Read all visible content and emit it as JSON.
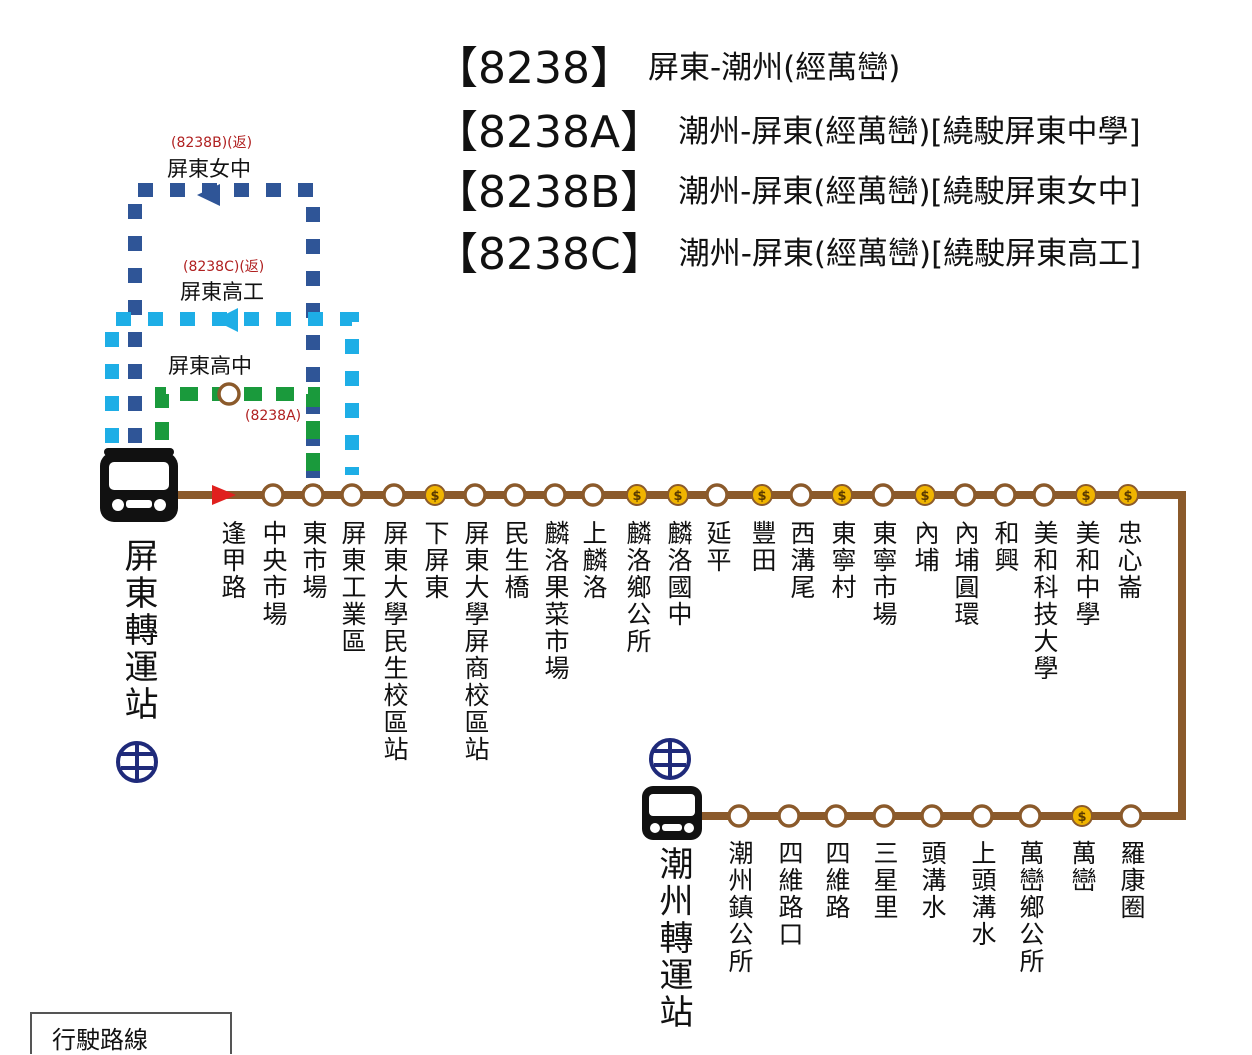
{
  "titles": [
    {
      "code": "【8238】",
      "desc": "屏東-潮州(經萬巒)"
    },
    {
      "code": "【8238A】",
      "desc": "潮州-屏東(經萬巒)[繞駛屏東中學]"
    },
    {
      "code": "【8238B】",
      "desc": "潮州-屏東(經萬巒)[繞駛屏東女中]"
    },
    {
      "code": "【8238C】",
      "desc": "潮州-屏東(經萬巒)[繞駛屏東高工]"
    }
  ],
  "terminals": {
    "start": "屏東轉運站",
    "end": "潮州轉運站"
  },
  "branches": {
    "b": {
      "code": "(8238B)(返)",
      "stop": "屏東女中"
    },
    "c": {
      "code": "(8238C)(返)",
      "stop": "屏東高工"
    },
    "a": {
      "code": "(8238A)",
      "stop": "屏東高中"
    }
  },
  "top_stops": [
    {
      "name": "逢甲路",
      "fare": false
    },
    {
      "name": "中央市場",
      "fare": false
    },
    {
      "name": "東市場",
      "fare": false
    },
    {
      "name": "屏東工業區",
      "fare": false
    },
    {
      "name": "屏東大學民生校區站",
      "fare": false
    },
    {
      "name": "下屏東",
      "fare": true
    },
    {
      "name": "屏東大學屏商校區站",
      "fare": false
    },
    {
      "name": "民生橋",
      "fare": false
    },
    {
      "name": "麟洛果菜市場",
      "fare": false
    },
    {
      "name": "上麟洛",
      "fare": false
    },
    {
      "name": "麟洛鄉公所",
      "fare": true
    },
    {
      "name": "麟洛國中",
      "fare": true
    },
    {
      "name": "延平",
      "fare": false
    },
    {
      "name": "豐田",
      "fare": true
    },
    {
      "name": "西溝尾",
      "fare": false
    },
    {
      "name": "東寧村",
      "fare": true
    },
    {
      "name": "東寧市場",
      "fare": false
    },
    {
      "name": "內埔",
      "fare": true
    },
    {
      "name": "內埔圓環",
      "fare": false
    },
    {
      "name": "和興",
      "fare": false
    },
    {
      "name": "美和科技大學",
      "fare": false
    },
    {
      "name": "美和中學",
      "fare": true
    },
    {
      "name": "忠心崙",
      "fare": true
    }
  ],
  "bottom_stops": [
    {
      "name": "潮州鎮公所",
      "fare": false
    },
    {
      "name": "四維路口",
      "fare": false
    },
    {
      "name": "四維路",
      "fare": false
    },
    {
      "name": "三星里",
      "fare": false
    },
    {
      "name": "頭溝水",
      "fare": false
    },
    {
      "name": "上頭溝水",
      "fare": false
    },
    {
      "name": "萬巒鄉公所",
      "fare": false
    },
    {
      "name": "萬巒",
      "fare": true
    },
    {
      "name": "羅康圈",
      "fare": false
    }
  ],
  "fare_symbol": "$",
  "rail_symbol": "台",
  "legend": {
    "label": "行駛路線"
  },
  "colors": {
    "route": "#8b5a2b",
    "branch_b": "#2f5597",
    "branch_c": "#1eaee6",
    "branch_a": "#1a9a3c",
    "fare": "#f0b400",
    "arrow": "#e0201e",
    "rail": "#1f2a7a",
    "branch_code": "#b02020"
  }
}
